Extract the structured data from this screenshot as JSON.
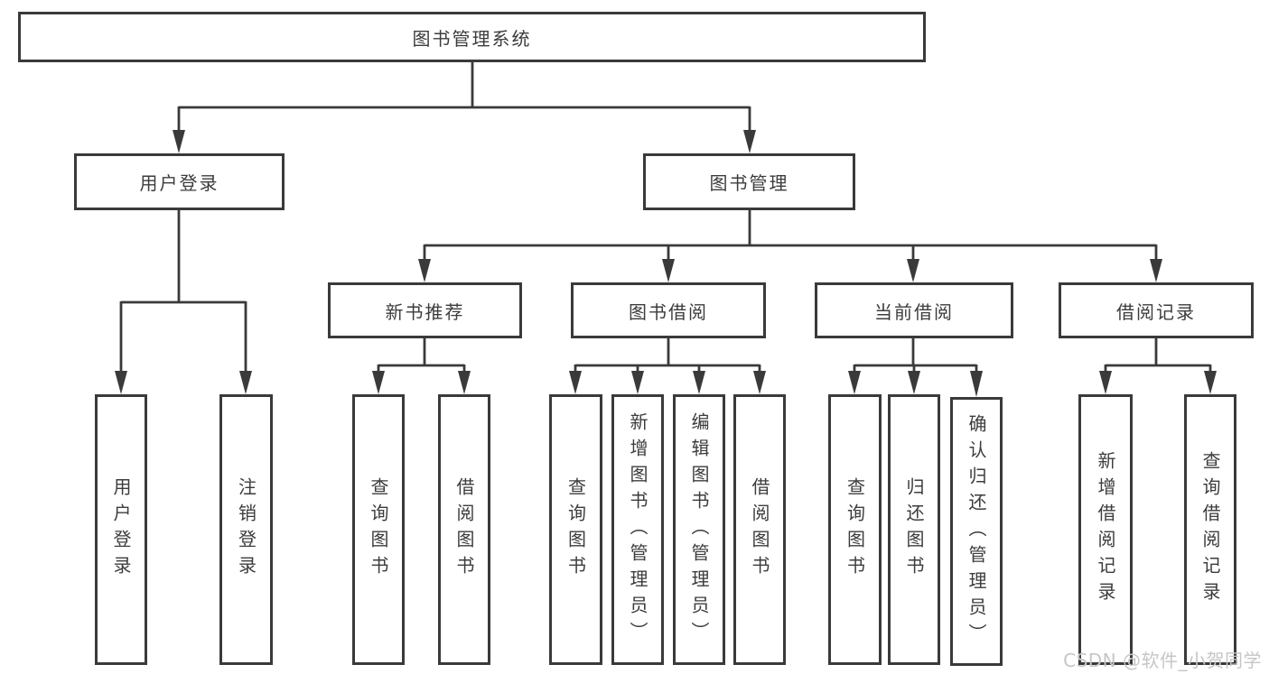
{
  "diagram_type": "hierarchy-tree",
  "colors": {
    "line": "#3a3a3a",
    "text": "#3c3c3c",
    "watermark": "#c6c6c6",
    "background": "#ffffff"
  },
  "watermark": "CSDN @软件_小贺同学",
  "tree": {
    "root": "图书管理系统",
    "branches": [
      {
        "label": "用户登录",
        "leaves": [
          "用户登录",
          "注销登录"
        ]
      },
      {
        "label": "图书管理",
        "groups": [
          {
            "label": "新书推荐",
            "leaves": [
              "查询图书",
              "借阅图书"
            ]
          },
          {
            "label": "图书借阅",
            "leaves": [
              "查询图书",
              "新增图书（管理员）",
              "编辑图书（管理员）",
              "借阅图书"
            ]
          },
          {
            "label": "当前借阅",
            "leaves": [
              "查询图书",
              "归还图书",
              "确认归还（管理员）"
            ]
          },
          {
            "label": "借阅记录",
            "leaves": [
              "新增借阅记录",
              "查询借阅记录"
            ]
          }
        ]
      }
    ]
  }
}
